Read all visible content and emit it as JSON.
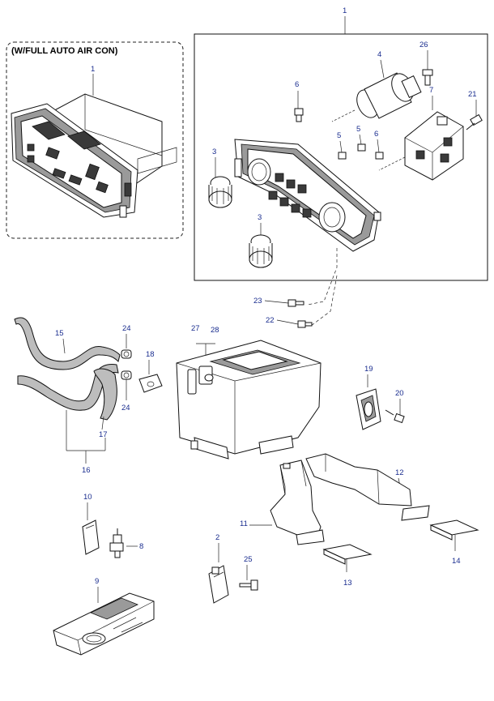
{
  "inset": {
    "caption": "(W/FULL AUTO AIR CON)",
    "part_number": "1"
  },
  "callouts": {
    "c1": "1",
    "c26": "26",
    "c4": "4",
    "c6a": "6",
    "c7": "7",
    "c21": "21",
    "c5a": "5",
    "c5b": "5",
    "c6b": "6",
    "c3a": "3",
    "c3b": "3",
    "c23": "23",
    "c22": "22",
    "c15": "15",
    "c24a": "24",
    "c24b": "24",
    "c18": "18",
    "c27": "27",
    "c28": "28",
    "c19": "19",
    "c20": "20",
    "c17": "17",
    "c16": "16",
    "c12": "12",
    "c10": "10",
    "c8": "8",
    "c11": "11",
    "c2": "2",
    "c25": "25",
    "c13": "13",
    "c14": "14",
    "c9": "9"
  }
}
